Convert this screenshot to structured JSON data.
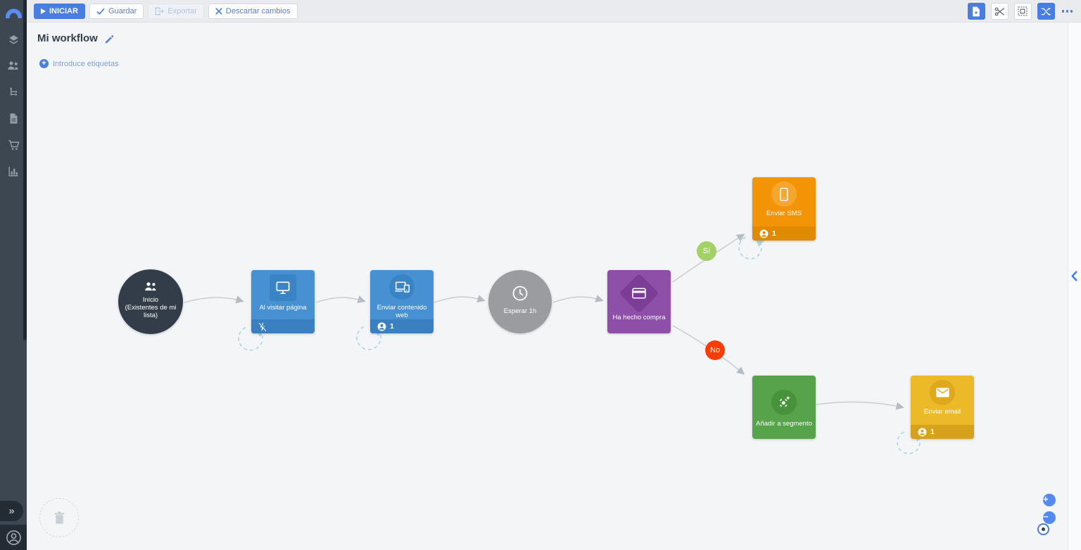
{
  "toolbar": {
    "iniciar_label": "INICIAR",
    "guardar_label": "Guardar",
    "exportar_label": "Exportar",
    "descartar_label": "Descartar cambios",
    "right_actions": [
      "add-node",
      "cut",
      "select-all",
      "auto-layout",
      "more-options"
    ]
  },
  "header": {
    "title": "Mi workflow",
    "tags_placeholder": "Introduce etiquetas"
  },
  "sidebar": {
    "icons": [
      "logo-arc",
      "layers",
      "contacts",
      "workflows",
      "pages",
      "store",
      "statistics",
      "expand",
      "account"
    ]
  },
  "workflow": {
    "branches": {
      "yes_label": "Sí",
      "no_label": "No"
    },
    "nodes": [
      {
        "id": "inicio",
        "label": "Inicio",
        "sublabel": "(Existentes de mi lista)",
        "icon": "people-icon",
        "color": "#323d49"
      },
      {
        "id": "al-visitar-pagina",
        "label": "Al visitar página",
        "icon": "monitor-icon",
        "color": "#4791d3",
        "footer_icon": "flash-off-icon"
      },
      {
        "id": "enviar-contenido-web",
        "label": "Enviar contenido web",
        "icon": "devices-icon",
        "color": "#4791d3",
        "count": "1"
      },
      {
        "id": "esperar-1h",
        "label": "Esperar 1h",
        "icon": "clock-icon",
        "color": "#9b9ca0"
      },
      {
        "id": "ha-hecho-compra",
        "label": "Ha hecho compra",
        "icon": "credit-card-icon",
        "color": "#8d4fa7"
      },
      {
        "id": "enviar-sms",
        "label": "Enviar SMS",
        "icon": "smartphone-icon",
        "color": "#f39407",
        "count": "1"
      },
      {
        "id": "anadir-a-segmento",
        "label": "Añadir a segmento",
        "icon": "segment-icon",
        "color": "#57a349"
      },
      {
        "id": "enviar-email",
        "label": "Enviar email",
        "icon": "mail-icon",
        "color": "#ecb929",
        "count": "1"
      }
    ]
  },
  "canvas_controls": {
    "zoom_in": "+",
    "zoom_out": "−",
    "center_view": "center-view-icon",
    "delete_dropzone": "trash-icon"
  },
  "colors": {
    "accent_blue": "#4a7de0",
    "sidebar_bg": "#3c4752",
    "toolbar_bg": "#e9ebee",
    "canvas_bg": "#f3f5f7",
    "node_blue": "#4791d3",
    "node_blue_dark": "#3a80c0",
    "node_purple": "#8d4fa7",
    "node_purple_dark": "#7b3d96",
    "node_orange": "#f39407",
    "node_orange_dark": "#e08a02",
    "node_green": "#57a349",
    "node_green_dark": "#49923c",
    "node_yellow": "#ecb929",
    "node_yellow_dark": "#d8a11c",
    "node_gray": "#9b9ca0",
    "node_dark": "#323d49",
    "badge_yes": "#a3d168",
    "badge_no": "#fb3d05",
    "connector": "#c9cdd2",
    "loop_arrow": "#a9d6e9"
  }
}
